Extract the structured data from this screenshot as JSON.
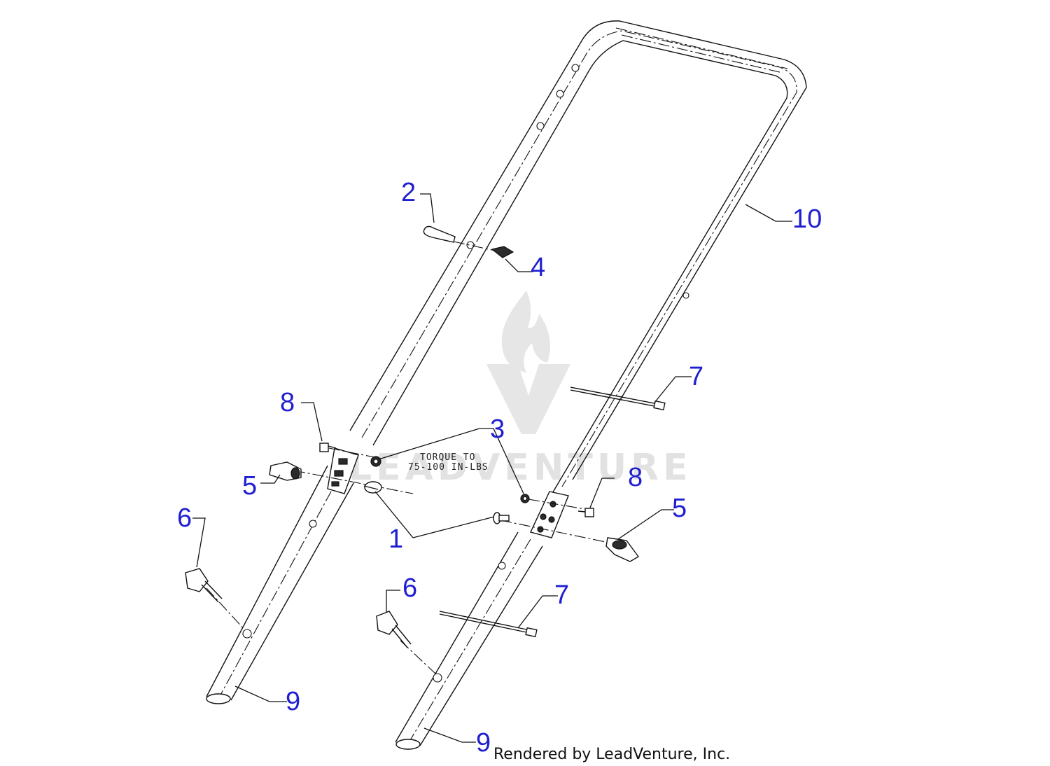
{
  "callouts": [
    {
      "id": "1",
      "label": "1"
    },
    {
      "id": "2",
      "label": "2"
    },
    {
      "id": "3",
      "label": "3"
    },
    {
      "id": "4",
      "label": "4"
    },
    {
      "id": "5a",
      "label": "5"
    },
    {
      "id": "5b",
      "label": "5"
    },
    {
      "id": "6a",
      "label": "6"
    },
    {
      "id": "6b",
      "label": "6"
    },
    {
      "id": "7a",
      "label": "7"
    },
    {
      "id": "7b",
      "label": "7"
    },
    {
      "id": "8a",
      "label": "8"
    },
    {
      "id": "8b",
      "label": "8"
    },
    {
      "id": "9a",
      "label": "9"
    },
    {
      "id": "9b",
      "label": "9"
    },
    {
      "id": "10",
      "label": "10"
    }
  ],
  "torque_note": {
    "line1": "TORQUE TO",
    "line2": "75-100 IN-LBS"
  },
  "credit": "Rendered by LeadVenture, Inc.",
  "watermark": "LEADVENTURE",
  "colors": {
    "callout": "#1f1fd1",
    "line": "#111111",
    "watermark": "#e2e2e2"
  }
}
